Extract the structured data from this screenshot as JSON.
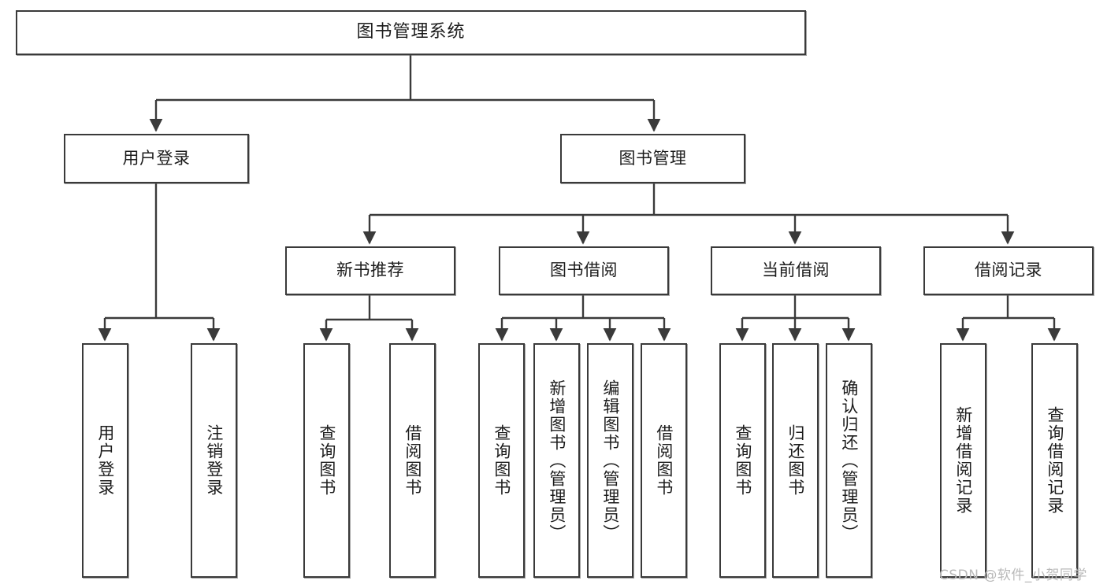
{
  "diagram": {
    "title": "图书管理系统",
    "type": "tree-hierarchy",
    "watermark": "CSDN @软件_小贺同学",
    "colors": {
      "box_border": "#3a3a3a",
      "box_fill": "#ffffff",
      "connector": "#3a3a3a",
      "text": "#1c1c1c",
      "watermark": "#b9b9b9"
    },
    "levels": {
      "level1": [
        {
          "id": "root",
          "label": "图书管理系统"
        }
      ],
      "level2": [
        {
          "id": "user-login",
          "label": "用户登录"
        },
        {
          "id": "book-management",
          "label": "图书管理"
        }
      ],
      "level3": [
        {
          "id": "new-book-recommend",
          "label": "新书推荐",
          "parent": "book-management"
        },
        {
          "id": "book-borrow",
          "label": "图书借阅",
          "parent": "book-management"
        },
        {
          "id": "current-borrow",
          "label": "当前借阅",
          "parent": "book-management"
        },
        {
          "id": "borrow-record",
          "label": "借阅记录",
          "parent": "book-management"
        }
      ],
      "level4": [
        {
          "id": "leaf-user-login",
          "label": "用户登录",
          "parent": "user-login"
        },
        {
          "id": "leaf-logout-login",
          "label": "注销登录",
          "parent": "user-login"
        },
        {
          "id": "leaf-query-book-1",
          "label": "查询图书",
          "parent": "new-book-recommend"
        },
        {
          "id": "leaf-borrow-book-1",
          "label": "借阅图书",
          "parent": "new-book-recommend"
        },
        {
          "id": "leaf-query-book-2",
          "label": "查询图书",
          "parent": "book-borrow"
        },
        {
          "id": "leaf-add-book",
          "label": "新增图书（管理员）",
          "parent": "book-borrow"
        },
        {
          "id": "leaf-edit-book",
          "label": "编辑图书（管理员）",
          "parent": "book-borrow"
        },
        {
          "id": "leaf-borrow-book-2",
          "label": "借阅图书",
          "parent": "book-borrow"
        },
        {
          "id": "leaf-query-book-3",
          "label": "查询图书",
          "parent": "current-borrow"
        },
        {
          "id": "leaf-return-book",
          "label": "归还图书",
          "parent": "current-borrow"
        },
        {
          "id": "leaf-confirm-return",
          "label": "确认归还（管理员）",
          "parent": "current-borrow"
        },
        {
          "id": "leaf-add-record",
          "label": "新增借阅记录",
          "parent": "borrow-record"
        },
        {
          "id": "leaf-query-record",
          "label": "查询借阅记录",
          "parent": "borrow-record"
        }
      ]
    }
  }
}
